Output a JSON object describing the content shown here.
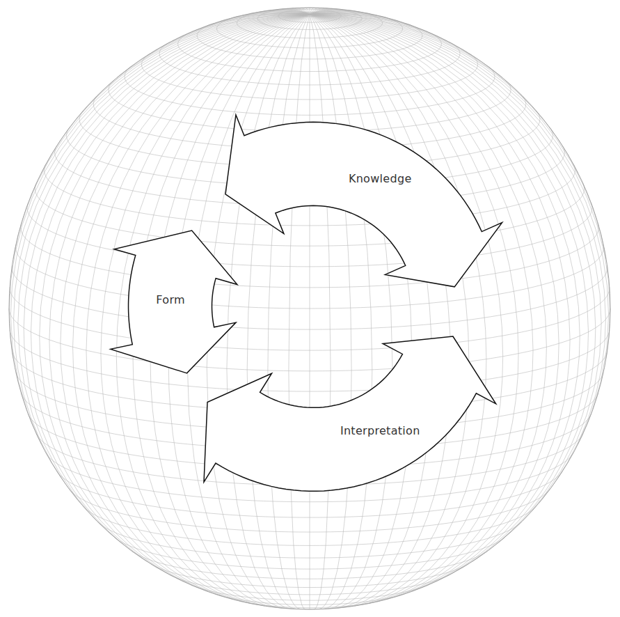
{
  "diagram": {
    "nodes": [
      {
        "text": [
          "Knowledge"
        ]
      },
      {
        "text": [
          "Form"
        ]
      },
      {
        "text": [
          "Interpretation"
        ]
      }
    ]
  }
}
